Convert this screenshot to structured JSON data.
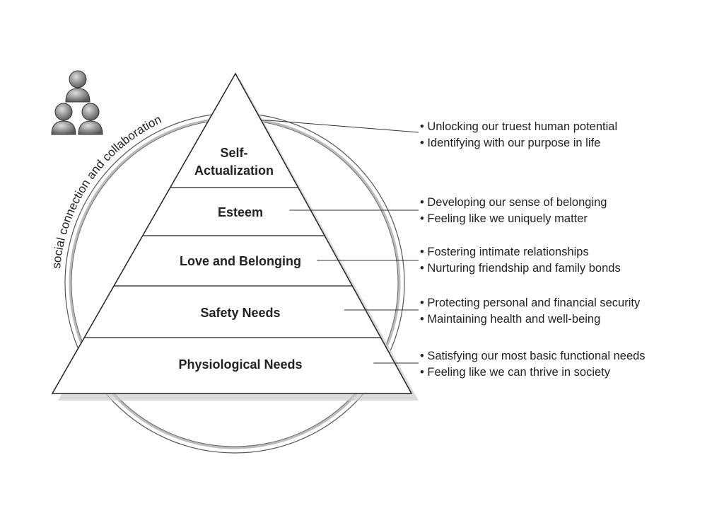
{
  "arc_label": "social connection and collaboration",
  "icons": {
    "group": "people-group-icon"
  },
  "levels": [
    {
      "label_lines": [
        "Self-",
        "Actualization"
      ],
      "notes": [
        "Unlocking our truest human potential",
        "Identifying with our purpose in life"
      ]
    },
    {
      "label_lines": [
        "Esteem"
      ],
      "notes": [
        "Developing our sense of belonging",
        "Feeling like we uniquely matter"
      ]
    },
    {
      "label_lines": [
        "Love and Belonging"
      ],
      "notes": [
        "Fostering intimate relationships",
        "Nurturing friendship and family bonds"
      ]
    },
    {
      "label_lines": [
        "Safety Needs"
      ],
      "notes": [
        "Protecting personal and financial security",
        "Maintaining health and well-being"
      ]
    },
    {
      "label_lines": [
        "Physiological Needs"
      ],
      "notes": [
        "Satisfying our most basic functional needs",
        "Feeling like we can thrive in society"
      ]
    }
  ]
}
